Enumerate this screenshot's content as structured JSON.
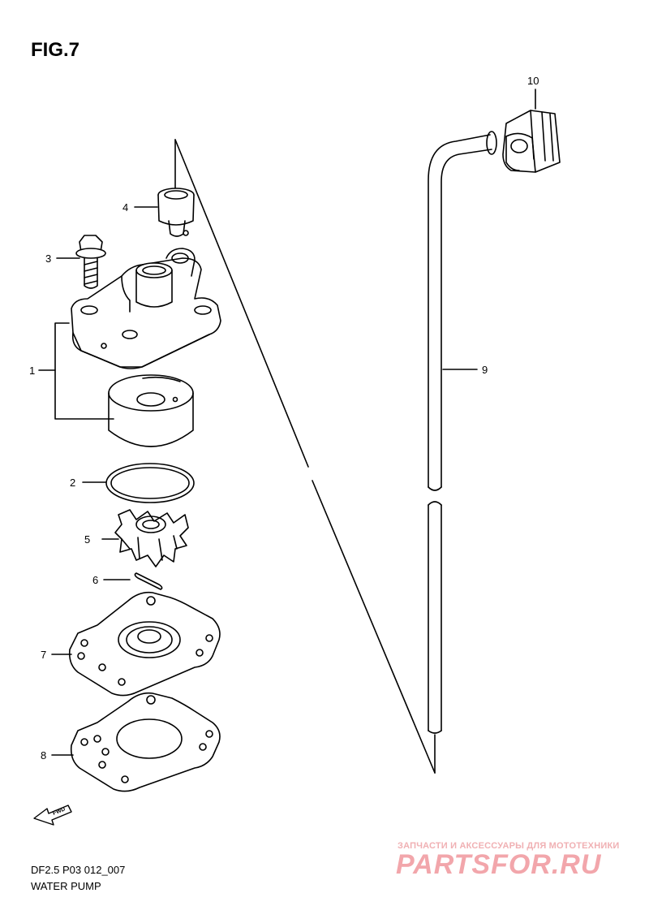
{
  "figure": {
    "title": "FIG.7"
  },
  "callouts": {
    "c1": "1",
    "c2": "2",
    "c3": "3",
    "c4": "4",
    "c5": "5",
    "c6": "6",
    "c7": "7",
    "c8": "8",
    "c9": "9",
    "c10": "10"
  },
  "direction": {
    "label": "FWD"
  },
  "footer": {
    "code": "DF2.5 P03 012_007",
    "name": "WATER PUMP"
  },
  "watermark": {
    "tagline": "ЗАПЧАСТИ И АКСЕССУАРЫ ДЛЯ МОТОТЕХНИКИ",
    "brand": "PARTSFOR.RU",
    "color": "#f2a6ab"
  }
}
